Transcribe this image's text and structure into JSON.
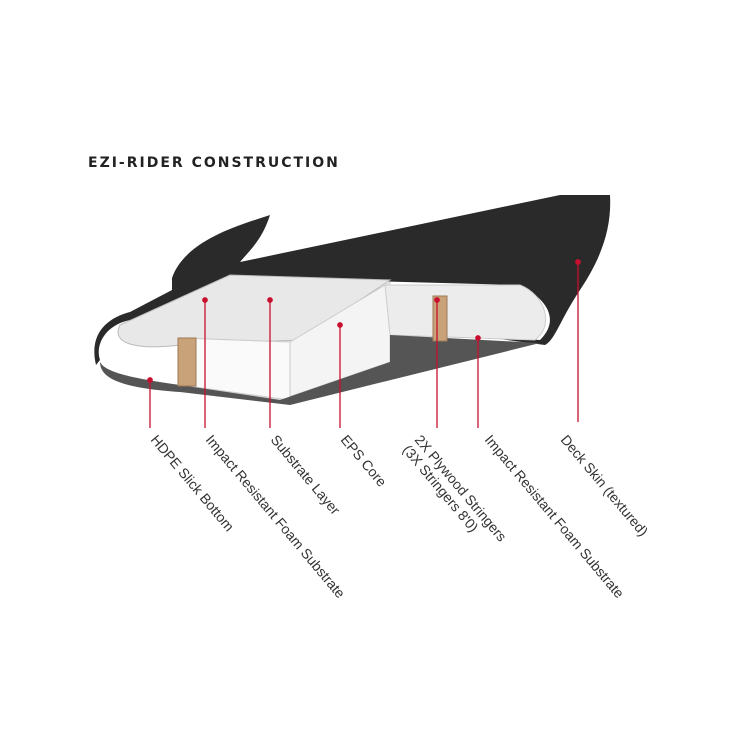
{
  "title": "EZI-RIDER CONSTRUCTION",
  "colors": {
    "accent": "#c8102e",
    "deck": "#2a2a2a",
    "core": "#f2f2f2",
    "stringer": "#c9a27a"
  },
  "labels": [
    {
      "text": "HDPE Slick Bottom"
    },
    {
      "text": "Impact Resistant Foam Substrate"
    },
    {
      "text": "Substrate Layer"
    },
    {
      "text": "EPS Core"
    },
    {
      "text": "2X Plywood Stringers",
      "sub": "(3X Stringers 8'0)"
    },
    {
      "text": "Impact Resistant Foam Substrate"
    },
    {
      "text": "Deck Skin (textured)"
    }
  ]
}
